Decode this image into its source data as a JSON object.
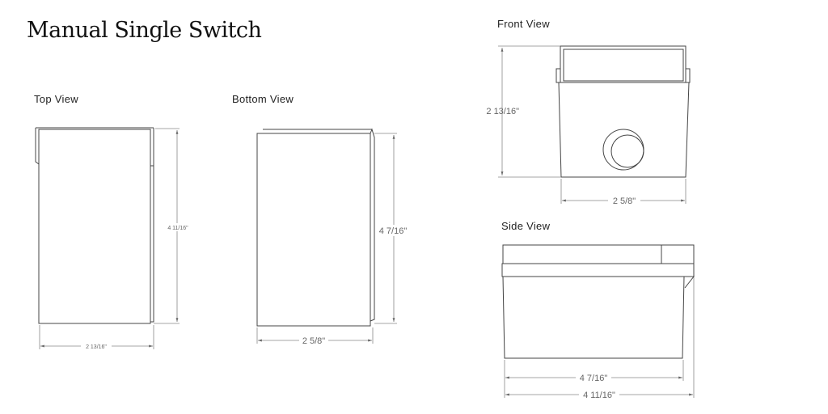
{
  "title": "Manual Single Switch",
  "views": {
    "top": {
      "label": "Top View",
      "height_dim": "4 11/16\"",
      "width_dim": "2 13/16\""
    },
    "bottom": {
      "label": "Bottom View",
      "height_dim": "4 7/16\"",
      "width_dim": "2 5/8\""
    },
    "front": {
      "label": "Front View",
      "height_dim": "2 13/16\"",
      "width_dim": "2 5/8\""
    },
    "side": {
      "label": "Side View",
      "body_dim": "4 7/16\"",
      "overall_dim": "4 11/16\""
    }
  }
}
